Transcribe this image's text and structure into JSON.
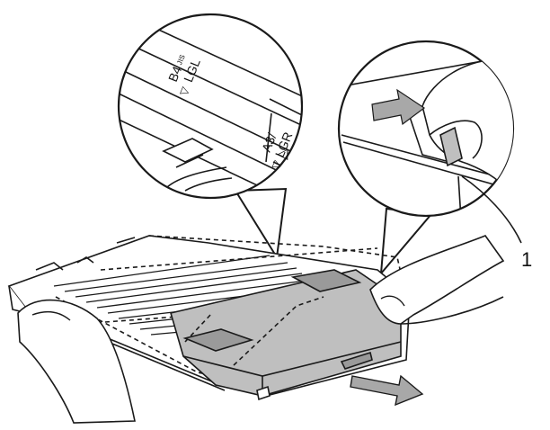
{
  "callout_left": {
    "label_b4": "B4",
    "label_b4_sub": "JIS",
    "label_lgl": "LGL",
    "label_a3": "A3/",
    "label_lgr": "LGR"
  },
  "callout_number": "1",
  "colors": {
    "line": "#1a1a1a",
    "tray_fill": "#bfbfbf",
    "tray_dark": "#9a9a9a",
    "arrow_fill": "#a8a8a8",
    "paper": "#ffffff"
  }
}
